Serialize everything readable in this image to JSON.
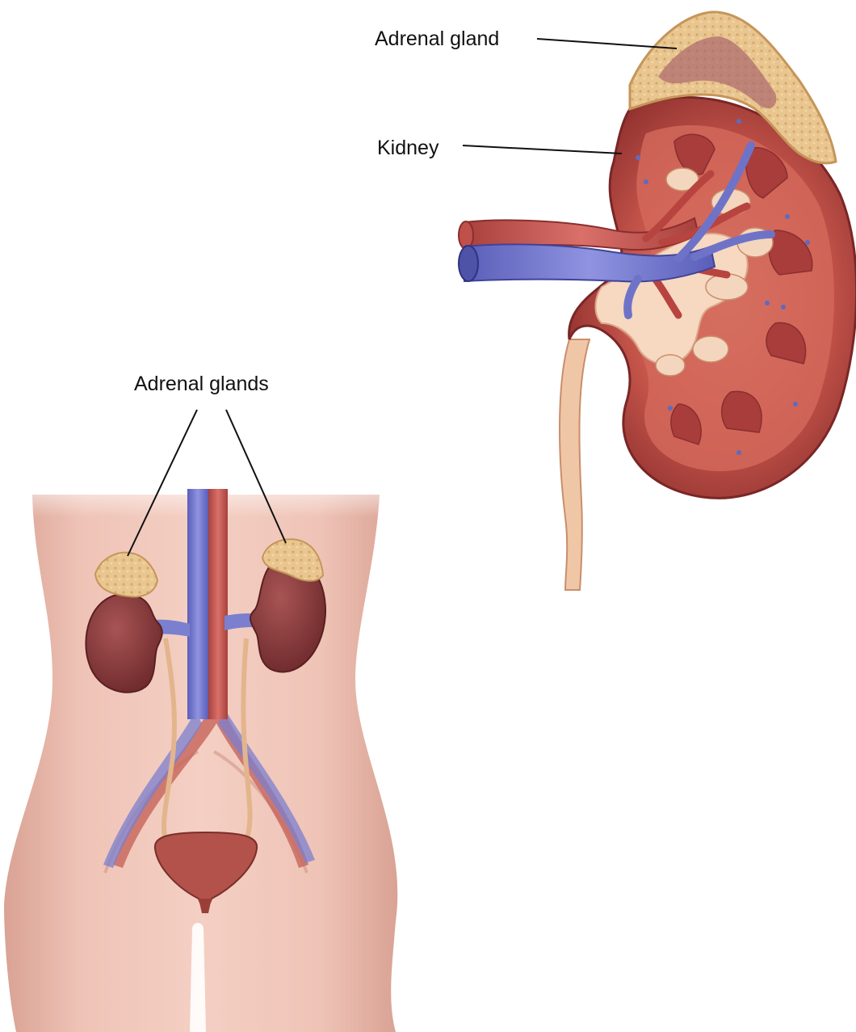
{
  "labels": {
    "adrenal_gland": "Adrenal gland",
    "kidney": "Kidney",
    "adrenal_glands": "Adrenal glands"
  },
  "colors": {
    "background": "#ffffff",
    "skin": "#eec0b3",
    "skin_shadow": "#d99c8e",
    "kidney": "#8e3b3b",
    "kidney_cortex": "#c85a4e",
    "kidney_medulla": "#a63c3a",
    "artery": "#c0504a",
    "vein": "#6f73c8",
    "adrenal": "#e5c08a",
    "ureter": "#f1c9a3",
    "bladder": "#b04f45",
    "leader_line": "#111111"
  }
}
